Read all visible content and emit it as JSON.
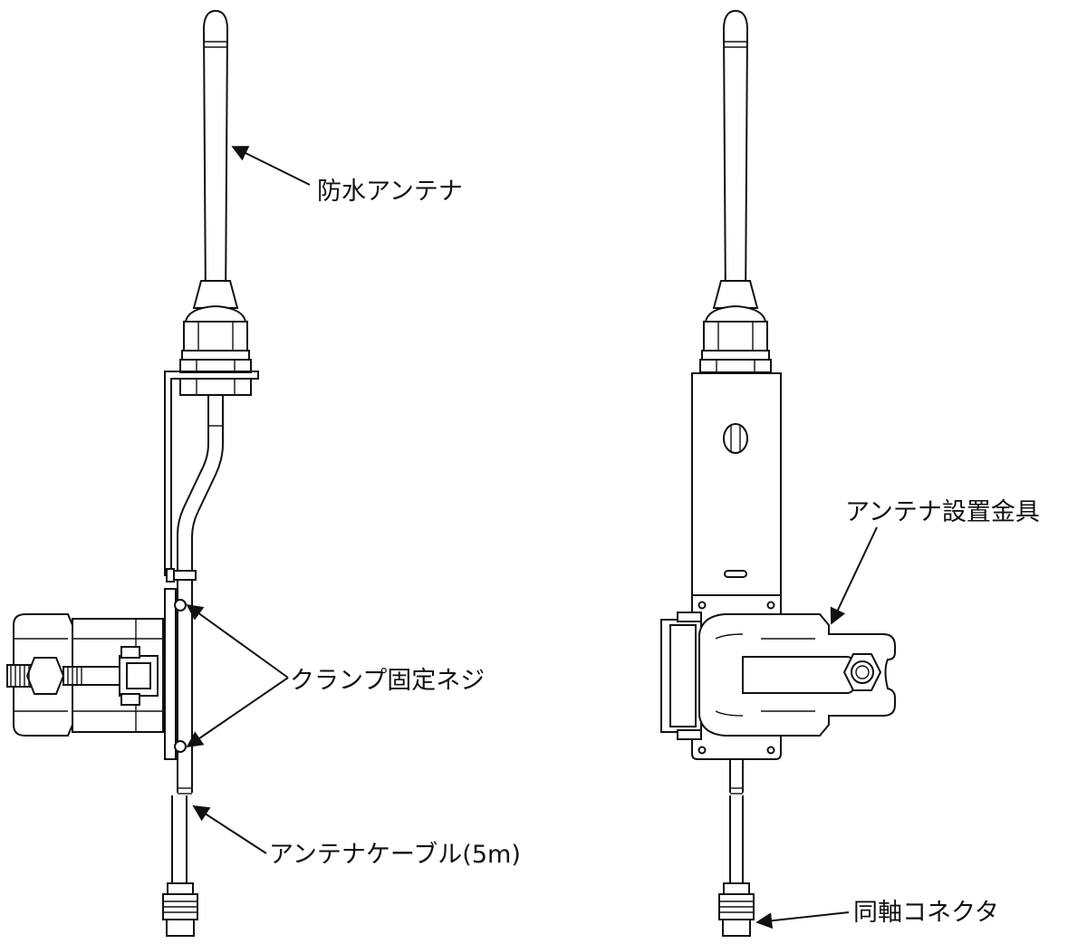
{
  "labels": {
    "antenna": "防水アンテナ",
    "clamp_screw": "クランプ固定ネジ",
    "cable": "アンテナケーブル(5m)",
    "bracket": "アンテナ設置金具",
    "coax_connector": "同軸コネクタ"
  },
  "icons": {
    "arrow": "arrow-icon"
  },
  "colors": {
    "line": "#111111",
    "background": "#ffffff"
  }
}
